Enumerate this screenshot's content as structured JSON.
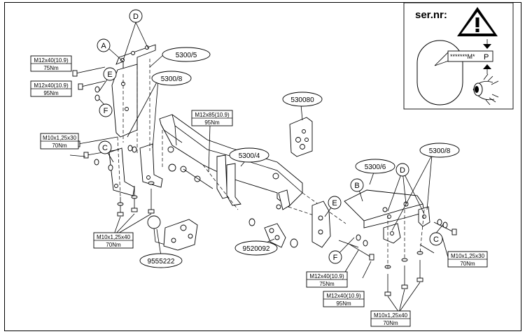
{
  "serial_box": {
    "title": "ser.nr:",
    "plate_text": "*******M*",
    "plate_letter": "P"
  },
  "part_labels": {
    "p5300_5": "5300/5",
    "p5300_8_left": "5300/8",
    "p530080": "530080",
    "p5300_4": "5300/4",
    "p5300_6": "5300/6",
    "p5300_8_right": "5300/8",
    "p9520092": "9520092",
    "p9555222": "9555222"
  },
  "letters": {
    "A": "A",
    "B": "B",
    "C_left": "C",
    "C_right": "C",
    "D_top": "D",
    "D_right": "D",
    "E_left": "E",
    "E_right": "E",
    "F_left": "F",
    "F_right": "F"
  },
  "specs": {
    "left_m12_75": {
      "bolt": "M12x40(10.9)",
      "torque": "75Nm"
    },
    "left_m12_95": {
      "bolt": "M12x40(10.9)",
      "torque": "95Nm"
    },
    "left_m10_70_top": {
      "bolt": "M10x1,25x30",
      "torque": "70Nm"
    },
    "center_m12x85": {
      "bolt": "M12x85(10.9)",
      "torque": "95Nm"
    },
    "left_m10_70_bottom": {
      "bolt": "M10x1,25x40",
      "torque": "70Nm"
    },
    "right_m10_70_side": {
      "bolt": "M10x1,25x30",
      "torque": "70Nm"
    },
    "right_m12_75": {
      "bolt": "M12x40(10.9)",
      "torque": "75Nm"
    },
    "right_m12_95": {
      "bolt": "M12x40(10.9)",
      "torque": "95Nm"
    },
    "right_m10_70_bottom": {
      "bolt": "M10x1,25x40",
      "torque": "70Nm"
    }
  },
  "icons": [
    "warning-triangle-icon",
    "eye-icon",
    "license-plate-icon"
  ]
}
